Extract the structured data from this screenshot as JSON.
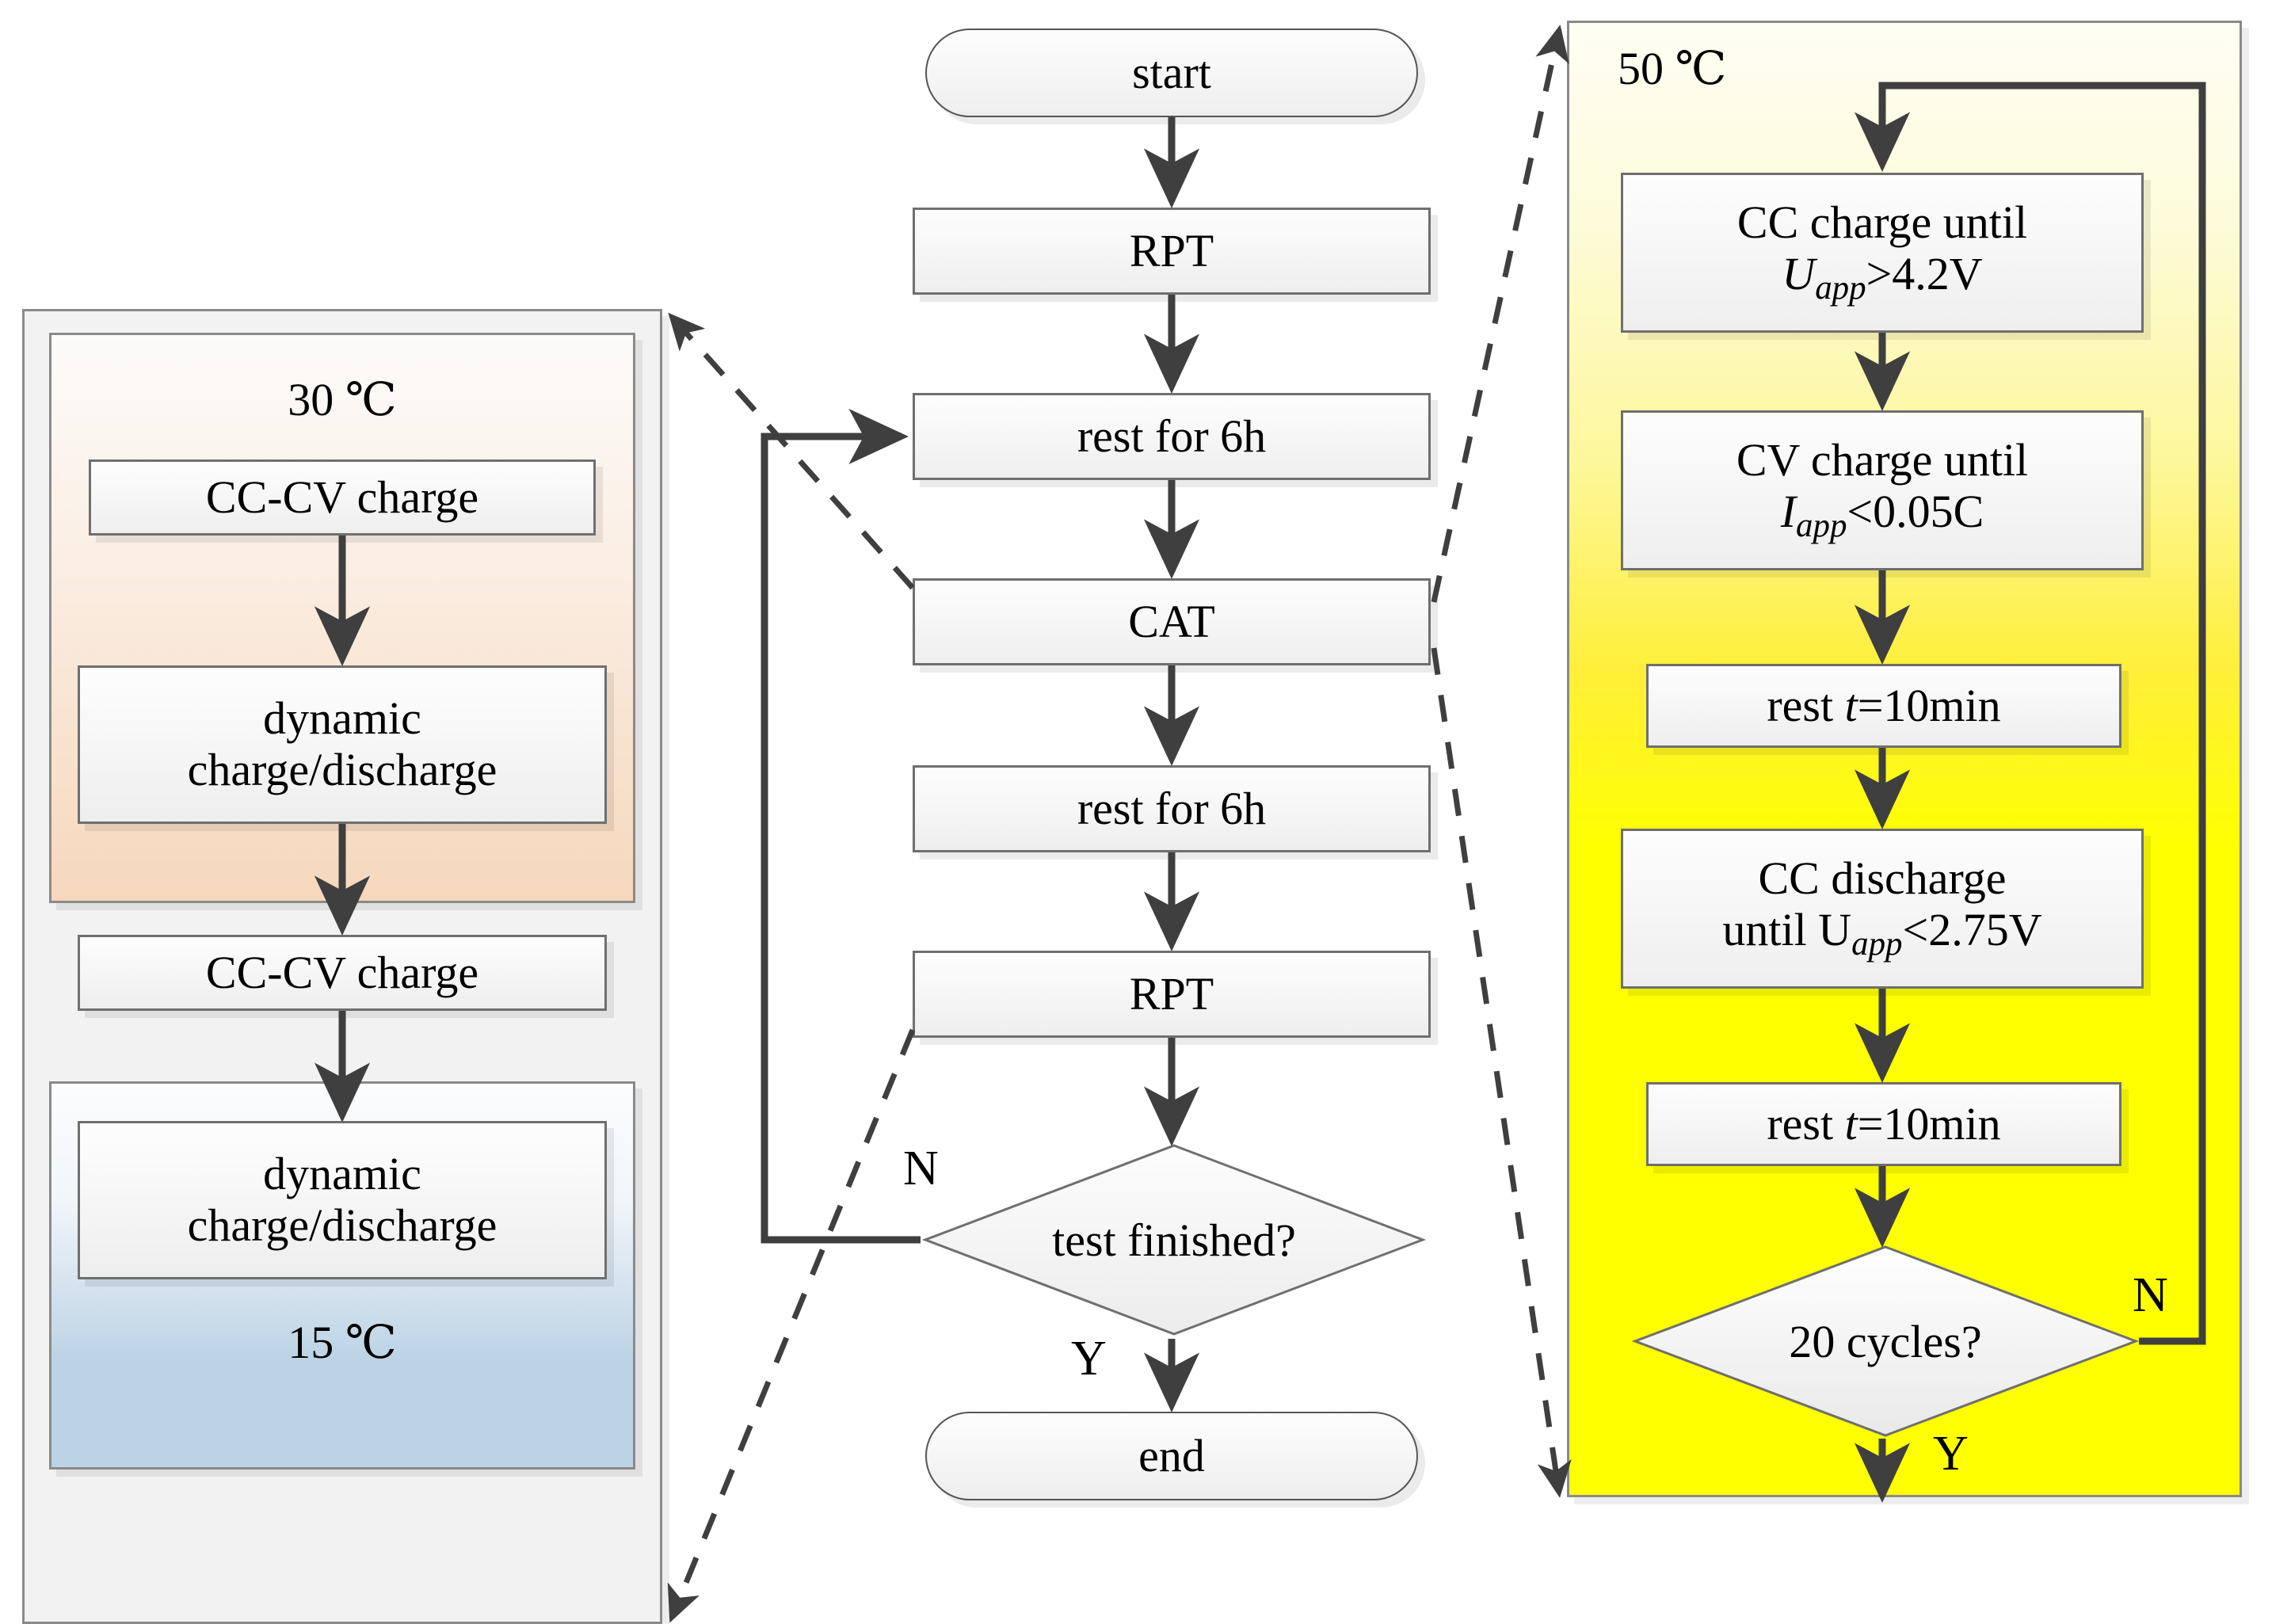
{
  "diagram": {
    "title": "battery ageing test procedure flowchart",
    "colors": {
      "panel_orange": "#f7d9bd",
      "panel_blue": "#bcd3e5",
      "panel_yellow": "#ffff00",
      "panel_yellow_top": "#fdfce8",
      "node_border": "#6f6f6f",
      "arrow": "#3f3f3f"
    }
  },
  "left_panel": {
    "outer_name": "ageing-protocol-panel",
    "hot_zone": {
      "temperature_label": "30 ℃",
      "steps": [
        {
          "id": "cc-cv-charge-1",
          "label": "CC-CV charge"
        },
        {
          "id": "dynamic-charge-discharge-1",
          "line1": "dynamic",
          "line2": "charge/discharge"
        },
        {
          "id": "cc-cv-charge-2",
          "label": "CC-CV charge"
        }
      ]
    },
    "cold_zone": {
      "temperature_label": "15 ℃",
      "steps": [
        {
          "id": "dynamic-charge-discharge-2",
          "line1": "dynamic",
          "line2": "charge/discharge"
        }
      ]
    }
  },
  "middle_flow": {
    "nodes": [
      {
        "id": "start",
        "type": "terminator",
        "label": "start"
      },
      {
        "id": "rpt-1",
        "type": "process",
        "label": "RPT"
      },
      {
        "id": "rest-6h-1",
        "type": "process",
        "label": "rest for 6h"
      },
      {
        "id": "cat",
        "type": "process",
        "label": "CAT"
      },
      {
        "id": "rest-6h-2",
        "type": "process",
        "label": "rest for 6h"
      },
      {
        "id": "rpt-2",
        "type": "process",
        "label": "RPT"
      },
      {
        "id": "test-finished",
        "type": "decision",
        "label": "test finished?"
      },
      {
        "id": "end",
        "type": "terminator",
        "label": "end"
      }
    ],
    "branch_labels": {
      "no": "N",
      "yes": "Y"
    },
    "loop": {
      "from": "test-finished",
      "to": "rest-6h-1",
      "label": "N"
    }
  },
  "right_panel": {
    "name": "cycle-ageing-test-panel",
    "temperature_label": "50 ℃",
    "steps": [
      {
        "id": "cc-charge",
        "line1": "CC charge until",
        "line2_pre": "U",
        "line2_sub": "app",
        "line2_post": ">4.2V"
      },
      {
        "id": "cv-charge",
        "line1": "CV charge until",
        "line2_pre": "I",
        "line2_sub": "app",
        "line2_post": "<0.05C"
      },
      {
        "id": "rest-10min-1",
        "line1_pre": "rest ",
        "line1_it": "t",
        "line1_post": "=10min"
      },
      {
        "id": "cc-discharge",
        "line1": "CC discharge",
        "line2_pre": "until U",
        "line2_sub": "app",
        "line2_post": "<2.75V"
      },
      {
        "id": "rest-10min-2",
        "line1_pre": "rest ",
        "line1_it": "t",
        "line1_post": "=10min"
      }
    ],
    "decision": {
      "id": "twenty-cycles",
      "label": "20 cycles?"
    },
    "branch_labels": {
      "no": "N",
      "yes": "Y"
    }
  }
}
